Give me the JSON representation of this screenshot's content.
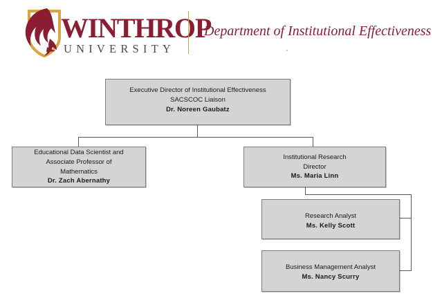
{
  "header": {
    "logo_icon": "winthrop-eagle-shield-logo",
    "wordmark_primary": "WINTHROP",
    "wordmark_secondary": "UNIVERSITY",
    "department_title": "Department of Institutional Effectiveness",
    "brand_maroon": "#8B1D33",
    "brand_gold": "#D9A441"
  },
  "org_chart": {
    "node_fill": "#d4d4d4",
    "node_border": "#7d7d7d",
    "connector_color": "#5a5a5a",
    "nodes": {
      "executive_director": {
        "line1": "Executive Director of Institutional Effectiveness",
        "line2": "SACSCOC Liaison",
        "person": "Dr. Noreen  Gaubatz"
      },
      "educational_data_scientist": {
        "line1": "Educational Data Scientist and",
        "line2": "Associate Professor of",
        "line3": "Mathematics",
        "person": "Dr. Zach Abernathy"
      },
      "institutional_research_director": {
        "line1": "Institutional Research",
        "line2": "Director",
        "person": "Ms. Maria Linn"
      },
      "research_analyst": {
        "line1": "Research Analyst",
        "person": "Ms. Kelly Scott"
      },
      "business_management_analyst": {
        "line1": "Business Management Analyst",
        "person": "Ms. Nancy Scurry"
      }
    }
  }
}
